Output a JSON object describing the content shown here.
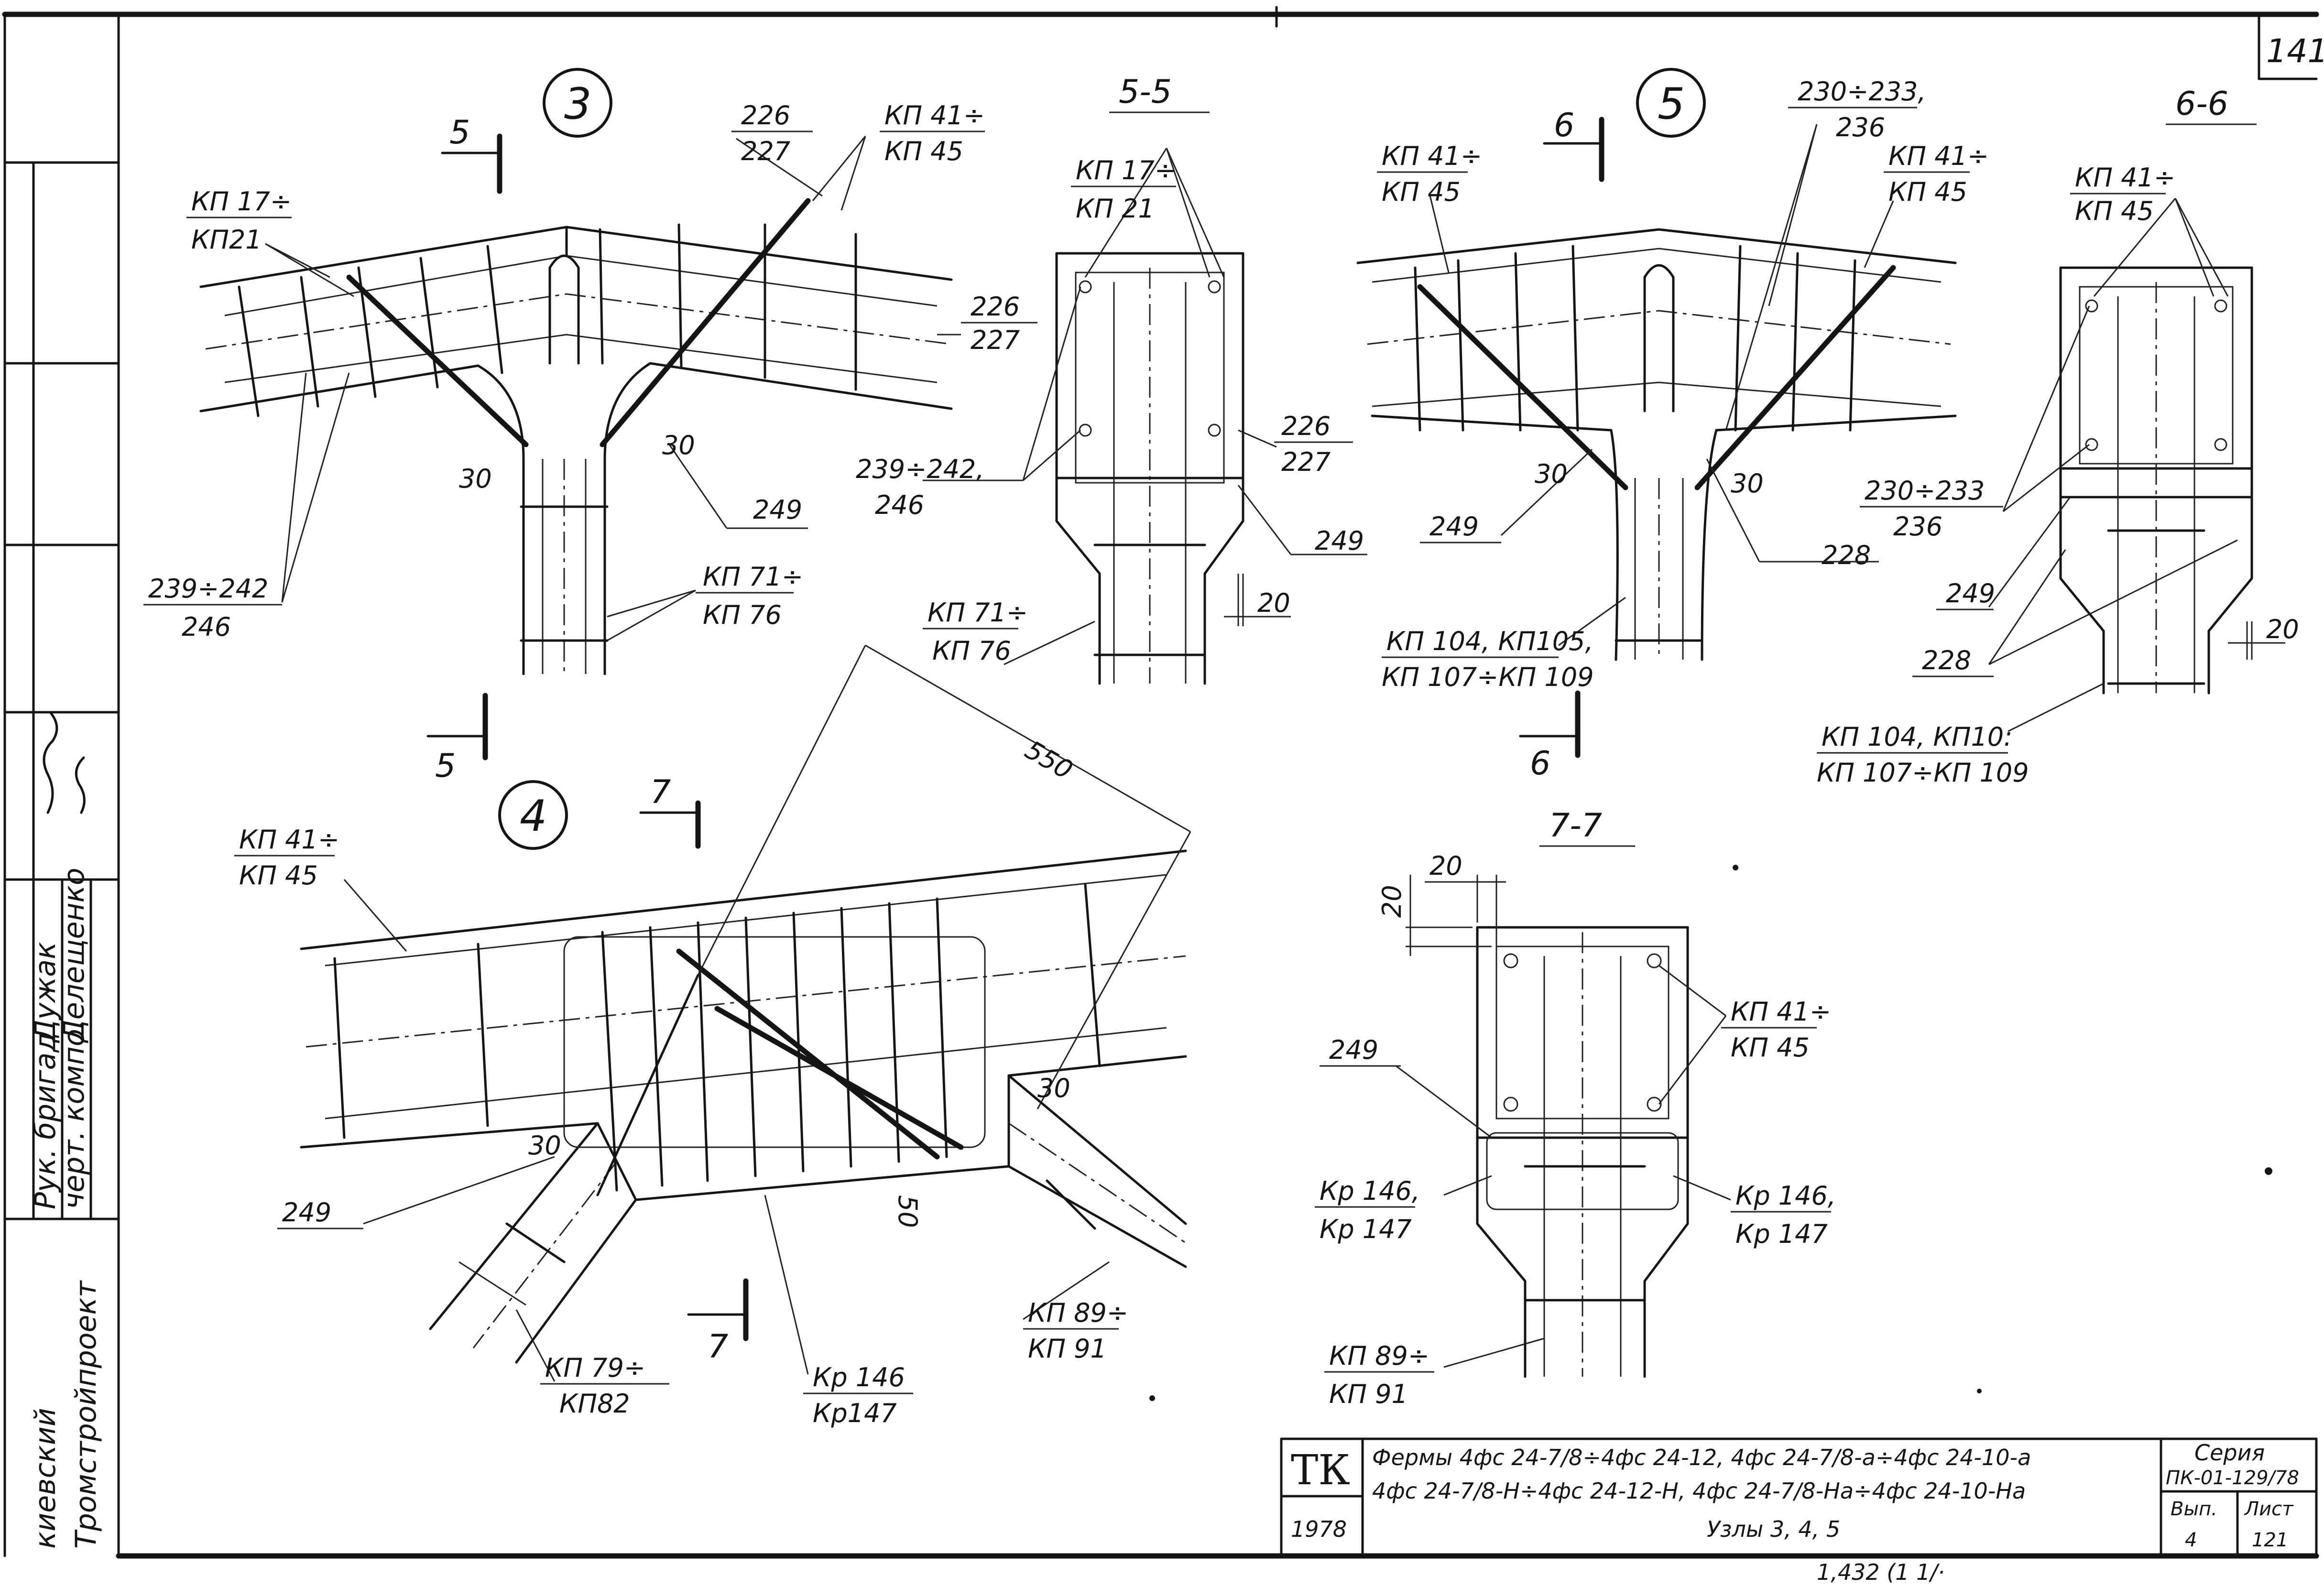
{
  "sheet": {
    "number": "141",
    "footer_note": "1,432 (1  1/·"
  },
  "node3": {
    "marker": "3",
    "section_mark": "5",
    "labels": {
      "kp17_top": "КП 17÷",
      "kp17_bot": "КП21",
      "r226_top": "226",
      "r226_bot": "227",
      "kp41_top": "КП 41÷",
      "kp41_bot": "КП 45",
      "r226b_top": "226",
      "r226b_bot": "227",
      "r239_top": "239÷242",
      "r239_bot": "246",
      "a30_left": "30",
      "a30_right": "30",
      "r249": "249",
      "kp71_top": "КП 71÷",
      "kp71_bot": "КП 76"
    }
  },
  "section55": {
    "title": "5-5",
    "labels": {
      "kp17_top": "КП 17÷",
      "kp17_bot": "КП 21",
      "r239_top": "239÷242,",
      "r239_bot": "246",
      "r226_top": "226",
      "r226_bot": "227",
      "r249": "249",
      "d20": "20",
      "kp71_top": "КП 71÷",
      "kp71_bot": "КП 76"
    }
  },
  "node5": {
    "marker": "5",
    "section_mark": "6",
    "labels": {
      "r230_top": "230÷233,",
      "r230_bot": "236",
      "kp41a_top": "КП 41÷",
      "kp41a_bot": "КП 45",
      "kp41b_top": "КП 41÷",
      "kp41b_bot": "КП 45",
      "a30_left": "30",
      "a30_right": "30",
      "r249": "249",
      "r228": "228",
      "kp104_top": "КП 104, КП105,",
      "kp104_bot": "КП 107÷КП 109"
    }
  },
  "section66": {
    "title": "6-6",
    "labels": {
      "kp41_top": "КП 41÷",
      "kp41_bot": "КП 45",
      "r230_top": "230÷233",
      "r230_bot": "236",
      "r249": "249",
      "r228": "228",
      "d20": "20",
      "kp104_top": "КП 104, КП10:",
      "kp104_bot": "КП 107÷КП 109"
    }
  },
  "node4": {
    "marker": "4",
    "section_mark": "7",
    "labels": {
      "kp41_top": "КП 41÷",
      "kp41_bot": "КП 45",
      "d550": "550",
      "a30_left": "30",
      "a30_right": "30",
      "r249": "249",
      "d50": "50",
      "kp79_top": "КП 79÷",
      "kp79_bot": "КП82",
      "kr146_top": "Кр 146",
      "kr146_bot": "Кр147",
      "kp89_top": "КП 89÷",
      "kp89_bot": "КП 91"
    }
  },
  "section77": {
    "title": "7-7",
    "labels": {
      "d20_h": "20",
      "d20_v": "20",
      "kp41_top": "КП 41÷",
      "kp41_bot": "КП 45",
      "r249": "249",
      "kr146l_top": "Кр 146,",
      "kr146l_bot": "Кр 147",
      "kr146r_top": "Кр 146,",
      "kr146r_bot": "Кр 147",
      "kp89_top": "КП 89÷",
      "kp89_bot": "КП 91"
    }
  },
  "side_stamp": {
    "org": "Тромстройпроект",
    "org2": "киевский",
    "role1": "Рук. бригад",
    "role2": "черт. компо.",
    "name1": "Дужак",
    "name2": "Делещенко"
  },
  "title_block": {
    "tk": "ТК",
    "year": "1978",
    "line1": "Фермы 4фс 24-7/8÷4фс 24-12, 4фс 24-7/8-а÷4фс 24-10-а",
    "line2": "4фс 24-7/8-Н÷4фс 24-12-Н, 4фс 24-7/8-На÷4фс 24-10-На",
    "line3": "Узлы 3, 4, 5",
    "series_label": "Серия",
    "series_value": "ПК-01-129/78",
    "issue_label": "Вып.",
    "issue_value": "4",
    "sheet_label": "Лист",
    "sheet_value": "121"
  }
}
